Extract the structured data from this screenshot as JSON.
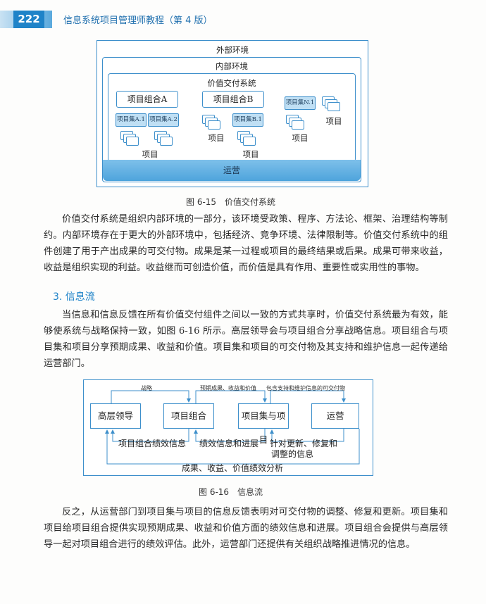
{
  "header": {
    "page_number": "222",
    "book_title": "信息系统项目管理师教程（第 4 版）"
  },
  "figure1": {
    "outer": "外部环境",
    "inner": "内部环境",
    "value_system": "价值交付系统",
    "portfolio_a": "项目组合A",
    "portfolio_b": "项目组合B",
    "program_a1": "项目集A.1",
    "program_a2": "项目集A.2",
    "program_b1": "项目集B.1",
    "program_n1": "项目集N.1",
    "project": "项目",
    "operations": "运营",
    "caption": "图 6-15　价值交付系统"
  },
  "para1": "价值交付系统是组织内部环境的一部分，该环境受政策、程序、方法论、框架、治理结构等制约。内部环境存在于更大的外部环境中，包括经济、竞争环境、法律限制等。价值交付系统中的组件创建了用于产出成果的可交付物。成果是某一过程或项目的最终结果或后果。成果可带来收益，收益是组织实现的利益。收益继而可创造价值，而价值是具有作用、重要性或实用性的事物。",
  "section": "3. 信息流",
  "para2": "当信息和信息反馈在所有价值交付组件之间以一致的方式共享时，价值交付系统最为有效，能够使系统与战略保持一致，如图 6-16 所示。高层领导会与项目组合分享战略信息。项目组合与项目集和项目分享预期成果、收益和价值。项目集和项目的可交付物及其支持和维护信息一起传递给运营部门。",
  "figure2": {
    "leader": "高层领导",
    "portfolio": "项目组合",
    "program_project": "项目集与项目",
    "operations": "运营",
    "strategy": "战略",
    "expected": "预期成果、收益和价值",
    "deliverables": "包含支持和维护信息的可交付物",
    "portfolio_perf": "项目组合绩效信息",
    "perf_progress": "绩效信息和进展",
    "updates_1": "针对更新、修复和",
    "updates_2": "调整的信息",
    "bottom": "成果、收益、价值绩效分析",
    "caption": "图 6-16　信息流"
  },
  "para3": "反之，从运营部门到项目集与项目的信息反馈表明对可交付物的调整、修复和更新。项目集和项目给项目组合提供实现预期成果、收益和价值方面的绩效信息和进展。项目组合会提供与高层领导一起对项目组合进行的绩效评估。此外，运营部门还提供有关组织战略推进情况的信息。",
  "colors": {
    "accent": "#1f83c8",
    "box_border": "#3d8fcb",
    "ops_fill": "#5aabe0"
  }
}
